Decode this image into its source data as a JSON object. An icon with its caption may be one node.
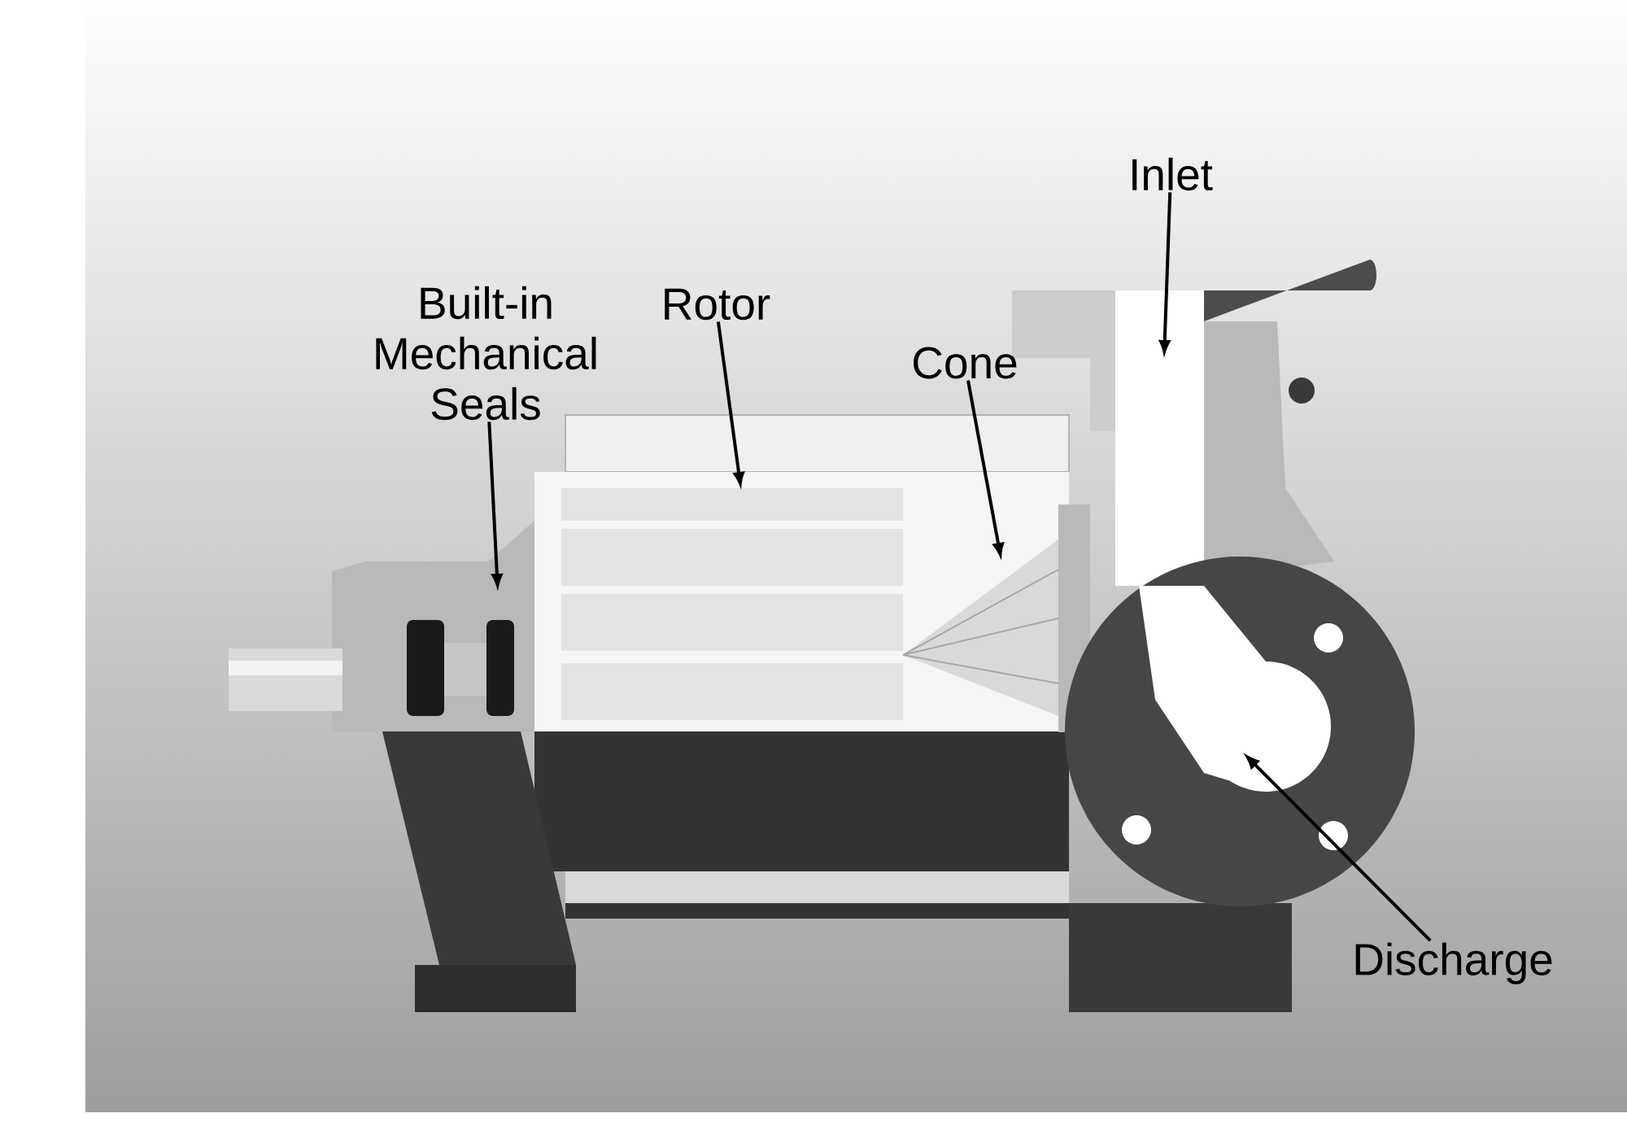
{
  "diagram": {
    "nodes": [
      {
        "text": [
          "Inlet"
        ]
      },
      {
        "text": [
          "Built-in Mechanical Seals"
        ]
      },
      {
        "text": [
          "Rotor"
        ]
      },
      {
        "text": [
          "Cone"
        ]
      },
      {
        "text": [
          "Discharge"
        ]
      }
    ],
    "edges": [
      {
        "from": 0,
        "to": null,
        "arrow": "to"
      },
      {
        "from": 1,
        "to": null,
        "arrow": "to"
      },
      {
        "from": 2,
        "to": null,
        "arrow": "to"
      },
      {
        "from": 3,
        "to": null,
        "arrow": "to"
      },
      {
        "from": 4,
        "to": null,
        "arrow": "to"
      }
    ]
  }
}
